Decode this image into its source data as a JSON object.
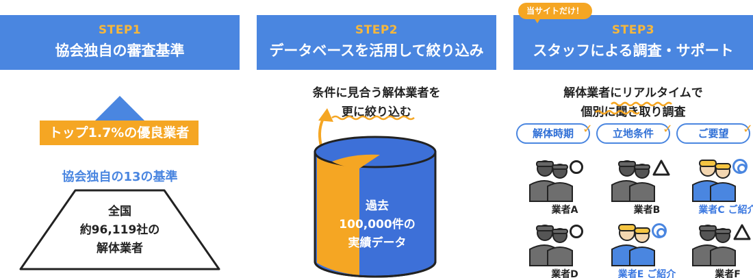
{
  "columns": [
    {
      "step": "STEP1",
      "title": "協会独自の審査基準",
      "highlight": "トップ1.7%の優良業者",
      "criteria": "協会独自の13の基準",
      "base_line1": "全国",
      "base_line2": "約96,119社の",
      "base_line3": "解体業者"
    },
    {
      "step": "STEP2",
      "title": "データベースを活用して絞り込み",
      "cond_line1": "条件に見合う解体業者を",
      "cond_line2": "更に絞り込む",
      "db_line1": "過去",
      "db_line2": "100,000件の",
      "db_line3": "実績データ"
    },
    {
      "step": "STEP3",
      "title": "スタッフによる調査・サポート",
      "badge": "当サイトだけ！",
      "line1": "解体業者にリアルタイムで",
      "line2": "個別に聞き取り調査",
      "tags": [
        "解体時期",
        "立地条件",
        "ご要望"
      ],
      "check_icon": "check-icon",
      "workers": [
        {
          "label": "業者A",
          "mark": "circle",
          "highlight": false
        },
        {
          "label": "業者B",
          "mark": "triangle",
          "highlight": false
        },
        {
          "label": "業者C ご紹介",
          "mark": "double-circle",
          "highlight": true
        },
        {
          "label": "業者D",
          "mark": "circle",
          "highlight": false
        },
        {
          "label": "業者E ご紹介",
          "mark": "double-circle",
          "highlight": true
        },
        {
          "label": "業者F",
          "mark": "triangle",
          "highlight": false
        }
      ]
    }
  ],
  "colors": {
    "header_blue": "#4a86e0",
    "step_orange": "#f6b73c",
    "accent_orange": "#f5a623",
    "cylinder_blue": "#3d70d8",
    "worker_gray": "#6e6e6e",
    "worker_blue": "#4a86e0",
    "helmet_yellow": "#f5c542"
  }
}
